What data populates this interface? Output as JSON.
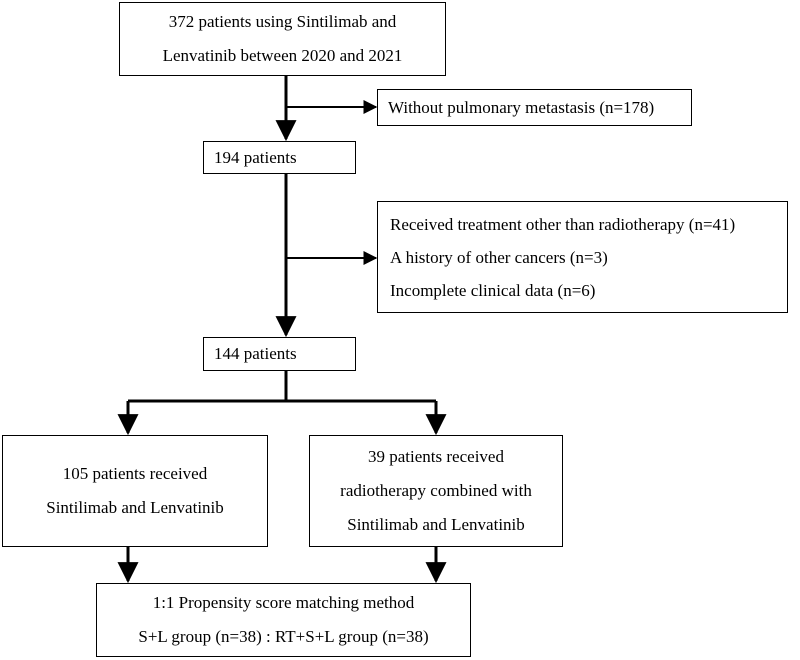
{
  "flowchart": {
    "start": {
      "lines": [
        "372 patients using Sintilimab and",
        "Lenvatinib between 2020 and 2021"
      ]
    },
    "exclusion_1": {
      "lines": [
        "Without pulmonary metastasis (n=178)"
      ]
    },
    "step_194": {
      "lines": [
        "194 patients"
      ]
    },
    "exclusion_2": {
      "lines": [
        "Received treatment other than radiotherapy (n=41)",
        "A history of other cancers (n=3)",
        "Incomplete clinical data (n=6)"
      ]
    },
    "step_144": {
      "lines": [
        "144 patients"
      ]
    },
    "group_sl": {
      "lines": [
        "105 patients received",
        "Sintilimab and Lenvatinib"
      ]
    },
    "group_rt": {
      "lines": [
        "39 patients received",
        "radiotherapy combined with",
        "Sintilimab and Lenvatinib"
      ]
    },
    "matching": {
      "lines": [
        "1:1 Propensity score matching method",
        "S+L group (n=38) : RT+S+L group (n=38)"
      ]
    }
  }
}
